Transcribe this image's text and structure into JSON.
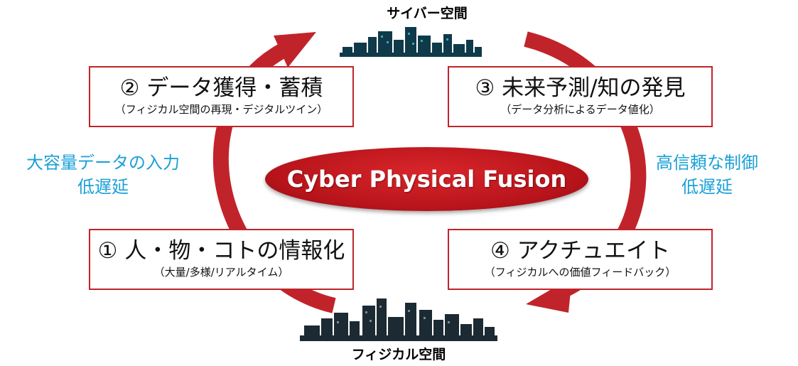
{
  "cyber_label": "サイバー空間",
  "physical_label": "フィジカル空間",
  "center": "Cyber Physical Fusion",
  "steps": [
    {
      "title": "① 人・物・コトの情報化",
      "subtitle": "（大量/多様/リアルタイム）"
    },
    {
      "title": "② データ獲得・蓄積",
      "subtitle": "（フィジカル空間の再現・デジタルツイン）"
    },
    {
      "title": "③ 未来予測/知の発見",
      "subtitle": "（データ分析によるデータ値化）"
    },
    {
      "title": "④ アクチュエイト",
      "subtitle": "（フィジカルへの価値フィードバック）"
    }
  ],
  "left_side": {
    "line1": "大容量データの入力",
    "line2": "低遅延"
  },
  "right_side": {
    "line1": "高信頼な制御",
    "line2": "低遅延"
  },
  "colors": {
    "arrow": "#c0242a",
    "side_text": "#1aa0d8",
    "city_dark": "#1c2a33",
    "city_cyber": "#0f3a4a"
  }
}
